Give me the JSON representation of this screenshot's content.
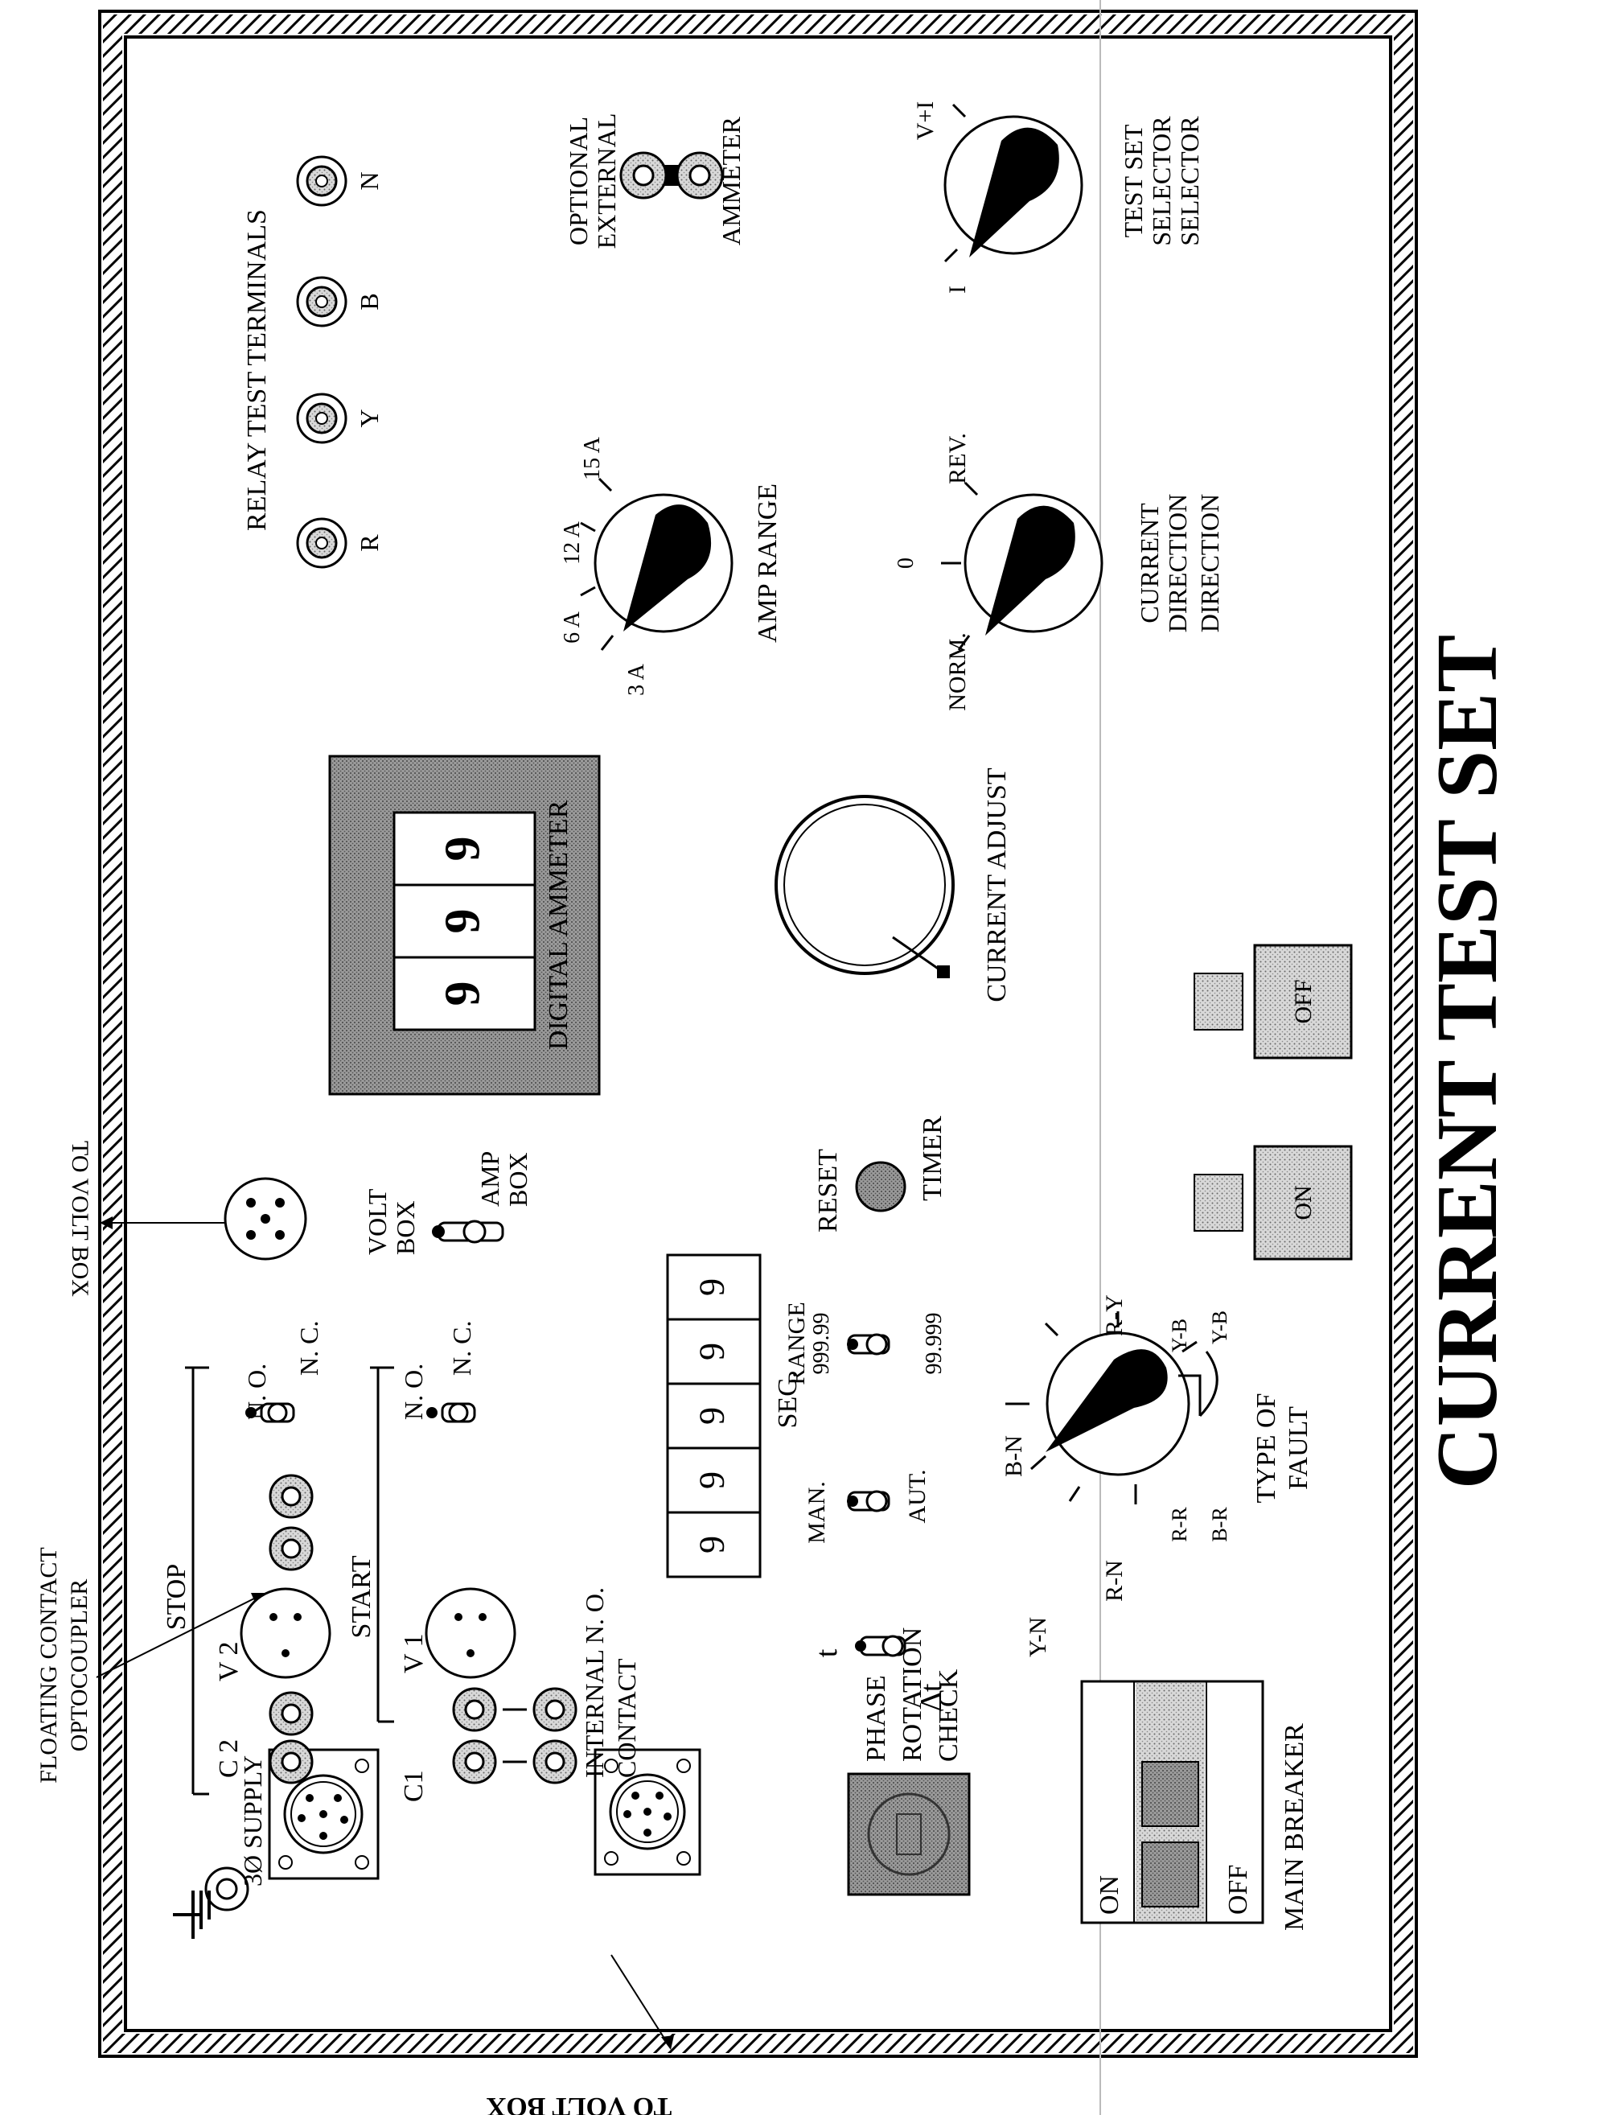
{
  "title": "CURRENT TEST SET",
  "external_labels": {
    "to_volt_box_top": "TO VOLT BOX",
    "to_volt_box_bottom": "TO VOLT BOX",
    "floating_contact_line1": "FLOATING CONTACT",
    "floating_contact_line2": "OPTOCOUPLER"
  },
  "relay_terminals": {
    "heading": "RELAY TEST TERMINALS",
    "terminals": [
      "R",
      "Y",
      "B",
      "N"
    ]
  },
  "external_ammeter": {
    "line1": "OPTIONAL",
    "line2": "EXTERNAL",
    "line3": "AMMETER"
  },
  "test_set_selector": {
    "line1": "TEST SET",
    "line2": "SELECTOR",
    "line3": "SELECTOR",
    "positions": [
      "I",
      "V+I"
    ]
  },
  "amp_range": {
    "label": "AMP RANGE",
    "positions": [
      "3 A",
      "6 A",
      "12 A",
      "15 A"
    ]
  },
  "current_direction": {
    "line1": "CURRENT",
    "line2": "DIRECTION",
    "line3": "DIRECTION",
    "positions": [
      "NORM.",
      "0",
      "REV."
    ]
  },
  "digital_ammeter": {
    "label": "DIGITAL AMMETER",
    "digits": [
      "9",
      "9",
      "9"
    ]
  },
  "current_adjust": {
    "label": "CURRENT ADJUST"
  },
  "power_buttons": {
    "on": "ON",
    "off": "OFF"
  },
  "volt_amp_switch": {
    "volt_line1": "VOLT",
    "volt_line2": "BOX",
    "amp_line1": "AMP",
    "amp_line2": "BOX"
  },
  "timer": {
    "reset": "RESET",
    "timer": "TIMER",
    "sec_label": "SEC.",
    "digits": [
      "9",
      "9",
      "9",
      "9",
      "9"
    ],
    "range_label": "RANGE",
    "range_high": "999.99",
    "range_low": "99.999",
    "man": "MAN.",
    "aut": "AUT.",
    "t": "t",
    "delta_t": "Δt"
  },
  "type_of_fault": {
    "line1": "TYPE OF",
    "line2": "FAULT",
    "positions": [
      "R-N",
      "Y-N",
      "B-N",
      "R-Y",
      "Y-B",
      "B-R",
      "R-R",
      "Y-B"
    ]
  },
  "stop_group": {
    "label": "STOP",
    "c2": "C 2",
    "v2": "V 2",
    "no": "N. O.",
    "nc": "N. C."
  },
  "start_group": {
    "label": "START",
    "c1": "C1",
    "v1": "V 1",
    "no": "N. O.",
    "nc": "N. C.",
    "internal_line1": "INTERNAL N. O.",
    "internal_line2": "CONTACT"
  },
  "supply": {
    "label": "3Ø SUPPLY"
  },
  "phase_rotation": {
    "line1": "PHASE",
    "line2": "ROTATION",
    "line3": "CHECK"
  },
  "main_breaker": {
    "label": "MAIN BREAKER",
    "on": "ON",
    "off": "OFF"
  }
}
